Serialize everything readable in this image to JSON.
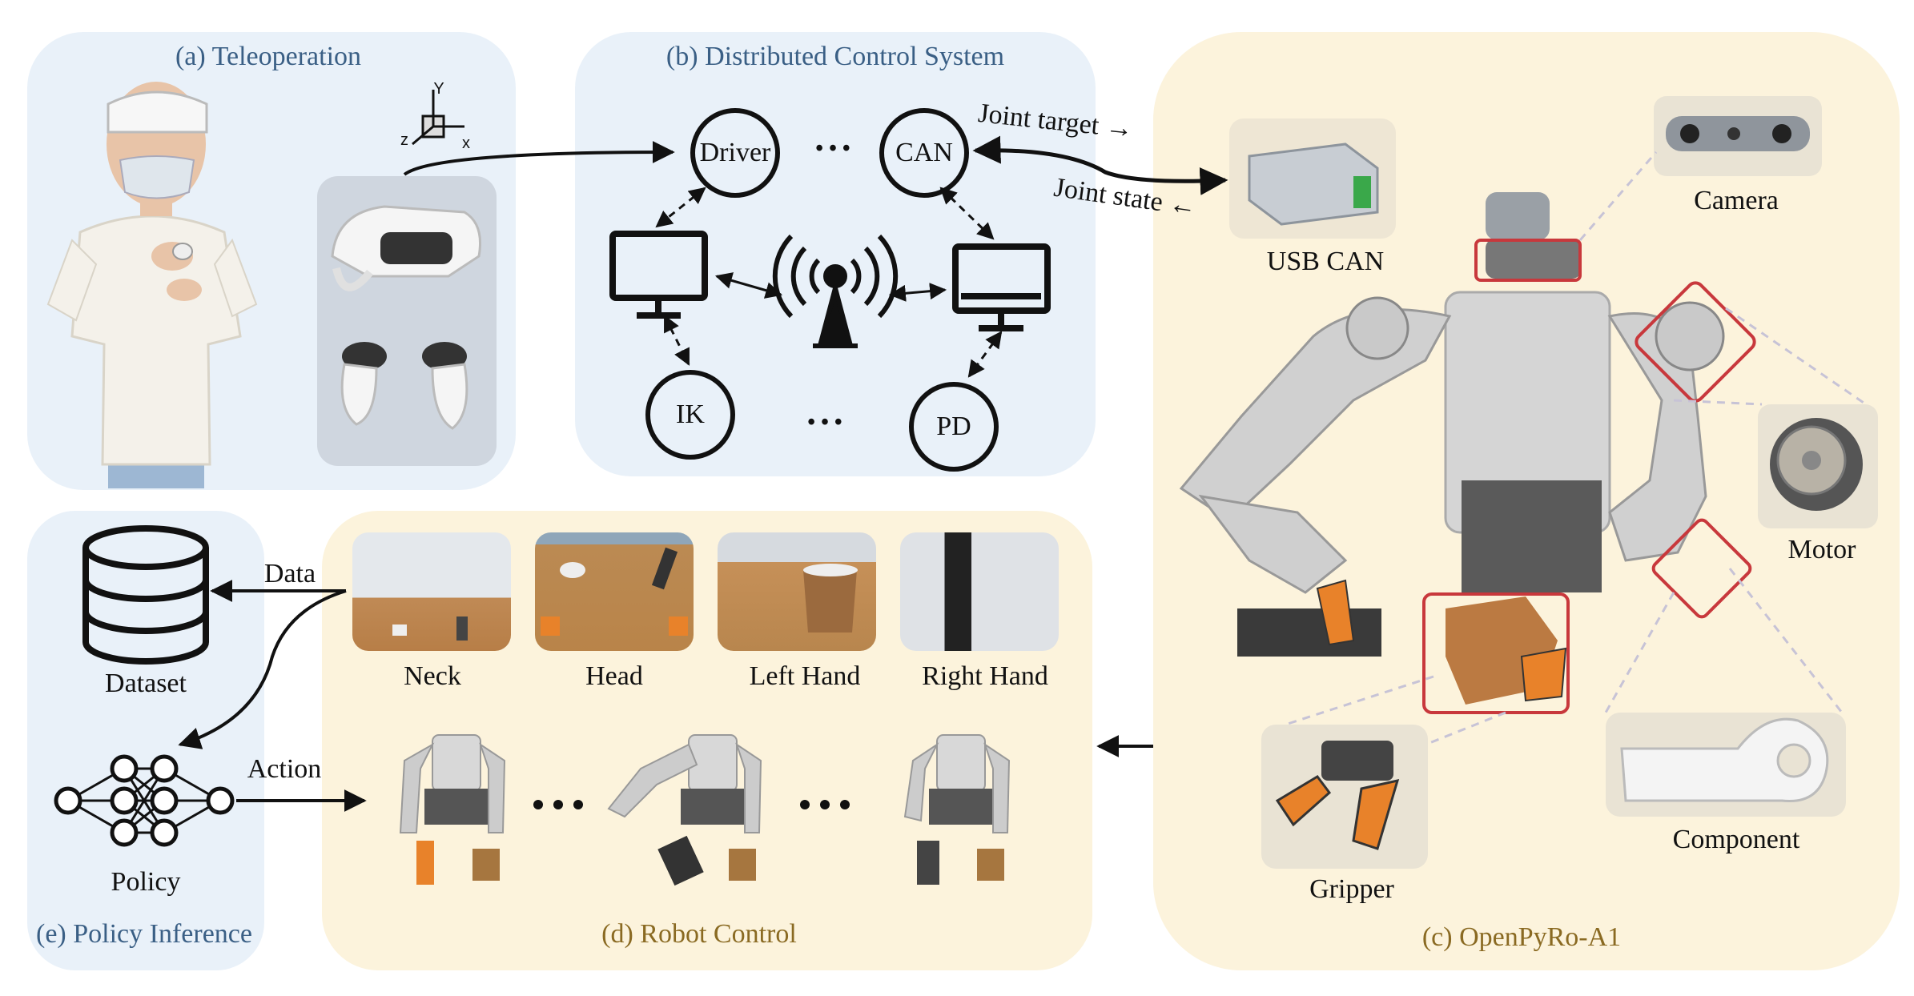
{
  "panels": {
    "a": {
      "title": "(a) Teleoperation"
    },
    "b": {
      "title": "(b) Distributed Control System"
    },
    "c": {
      "title": "(c) OpenPyRo-A1"
    },
    "d": {
      "title": "(d) Robot Control"
    },
    "e": {
      "title": "(e) Policy Inference"
    }
  },
  "axes": {
    "x": "x",
    "y": "Y",
    "z": "z"
  },
  "control_nodes": {
    "driver": "Driver",
    "can": "CAN",
    "ik": "IK",
    "pd": "PD",
    "ellipsis": "• • •"
  },
  "signals": {
    "joint_target": "Joint target",
    "joint_state": "Joint state"
  },
  "hardware": {
    "usb_can": "USB CAN",
    "camera": "Camera",
    "motor": "Motor",
    "gripper": "Gripper",
    "component": "Component"
  },
  "views": [
    "Neck",
    "Head",
    "Left Hand",
    "Right Hand"
  ],
  "policy": {
    "data": "Data",
    "dataset": "Dataset",
    "action": "Action",
    "policy": "Policy"
  },
  "colors": {
    "blue_panel": "#e9f1f9",
    "cream_panel": "#fcf3dc",
    "highlight_red": "#c8383c",
    "gripper_orange": "#e8822a"
  }
}
